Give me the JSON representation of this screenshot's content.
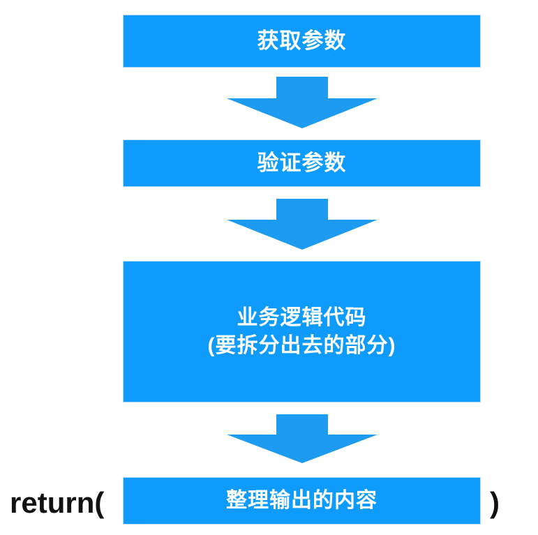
{
  "diagram": {
    "type": "flowchart",
    "orientation": "vertical",
    "accent_color": "#0f9bfb",
    "text_color": "#ffffff",
    "background_color": "#ffffff",
    "code_text_color": "#121212",
    "nodes": [
      {
        "id": "get-params",
        "label": "获取参数"
      },
      {
        "id": "validate-params",
        "label": "验证参数"
      },
      {
        "id": "business-logic",
        "label": "业务逻辑代码\n(要拆分出去的部分)",
        "line1": "业务逻辑代码",
        "line2": "(要拆分出去的部分)"
      },
      {
        "id": "format-output",
        "label": "整理输出的内容"
      }
    ],
    "arrows": [
      {
        "id": "arrow-1",
        "from": "get-params",
        "to": "validate-params",
        "direction": "down"
      },
      {
        "id": "arrow-2",
        "from": "validate-params",
        "to": "business-logic",
        "direction": "down"
      },
      {
        "id": "arrow-3",
        "from": "business-logic",
        "to": "format-output",
        "direction": "down"
      }
    ],
    "annotations": {
      "return_open": "return(",
      "return_close": ")"
    }
  }
}
